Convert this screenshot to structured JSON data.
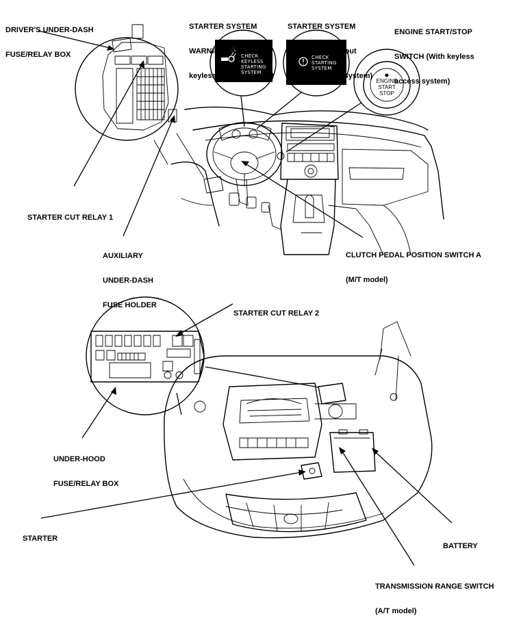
{
  "labels": {
    "drivers_fuse_box": [
      "DRIVER'S UNDER-DASH",
      "FUSE/RELAY BOX"
    ],
    "starter_warning_keyless": [
      "STARTER SYSTEM",
      "WARNING (With",
      "keyless access system)"
    ],
    "starter_warning_no_keyless": [
      "STARTER SYSTEM",
      "WARNING (Without",
      "keyless access system)"
    ],
    "engine_start_switch": [
      "ENGINE START/STOP",
      "SWITCH (With keyless",
      "access system)"
    ],
    "starter_cut_relay_1": "STARTER CUT RELAY 1",
    "auxiliary_fuse_holder": [
      "AUXILIARY",
      "UNDER-DASH",
      "FUSE HOLDER"
    ],
    "clutch_switch": [
      "CLUTCH PEDAL POSITION SWITCH A",
      "(M/T model)"
    ],
    "starter_cut_relay_2": "STARTER CUT RELAY 2",
    "under_hood_fuse_box": [
      "UNDER-HOOD",
      "FUSE/RELAY BOX"
    ],
    "starter": "STARTER",
    "battery": "BATTERY",
    "transmission_range_switch": [
      "TRANSMISSION RANGE SWITCH",
      "(A/T model)"
    ]
  },
  "screens": {
    "keyless": [
      "CHECK",
      "KEYLESS",
      "STARTING",
      "SYSTEM"
    ],
    "no_keyless": [
      "CHECK",
      "STARTING",
      "SYSTEM"
    ]
  },
  "button": [
    "ENGINE",
    "START",
    "STOP"
  ],
  "icons": {
    "key_warning": "key-warning-icon",
    "warning_circle": "warning-circle-icon"
  },
  "colors": {
    "ink": "#000000",
    "paper": "#ffffff"
  }
}
